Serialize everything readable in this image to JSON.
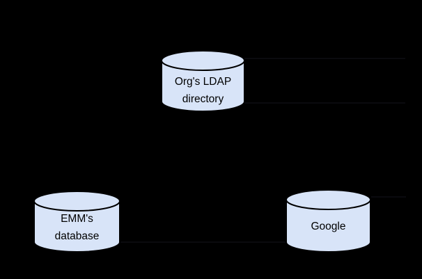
{
  "canvas": {
    "background": "#000000"
  },
  "diagram": {
    "node_fill": "#d8e4f8",
    "node_stroke": "#000000",
    "text_color": "#000000",
    "connector_color": "#0e0e13",
    "nodes": [
      {
        "id": "org-ldap-directory",
        "line1": "Org's LDAP",
        "line2": "directory"
      },
      {
        "id": "emm-database",
        "line1": "EMM's",
        "line2": "database"
      },
      {
        "id": "google",
        "line1": "Google"
      }
    ]
  }
}
